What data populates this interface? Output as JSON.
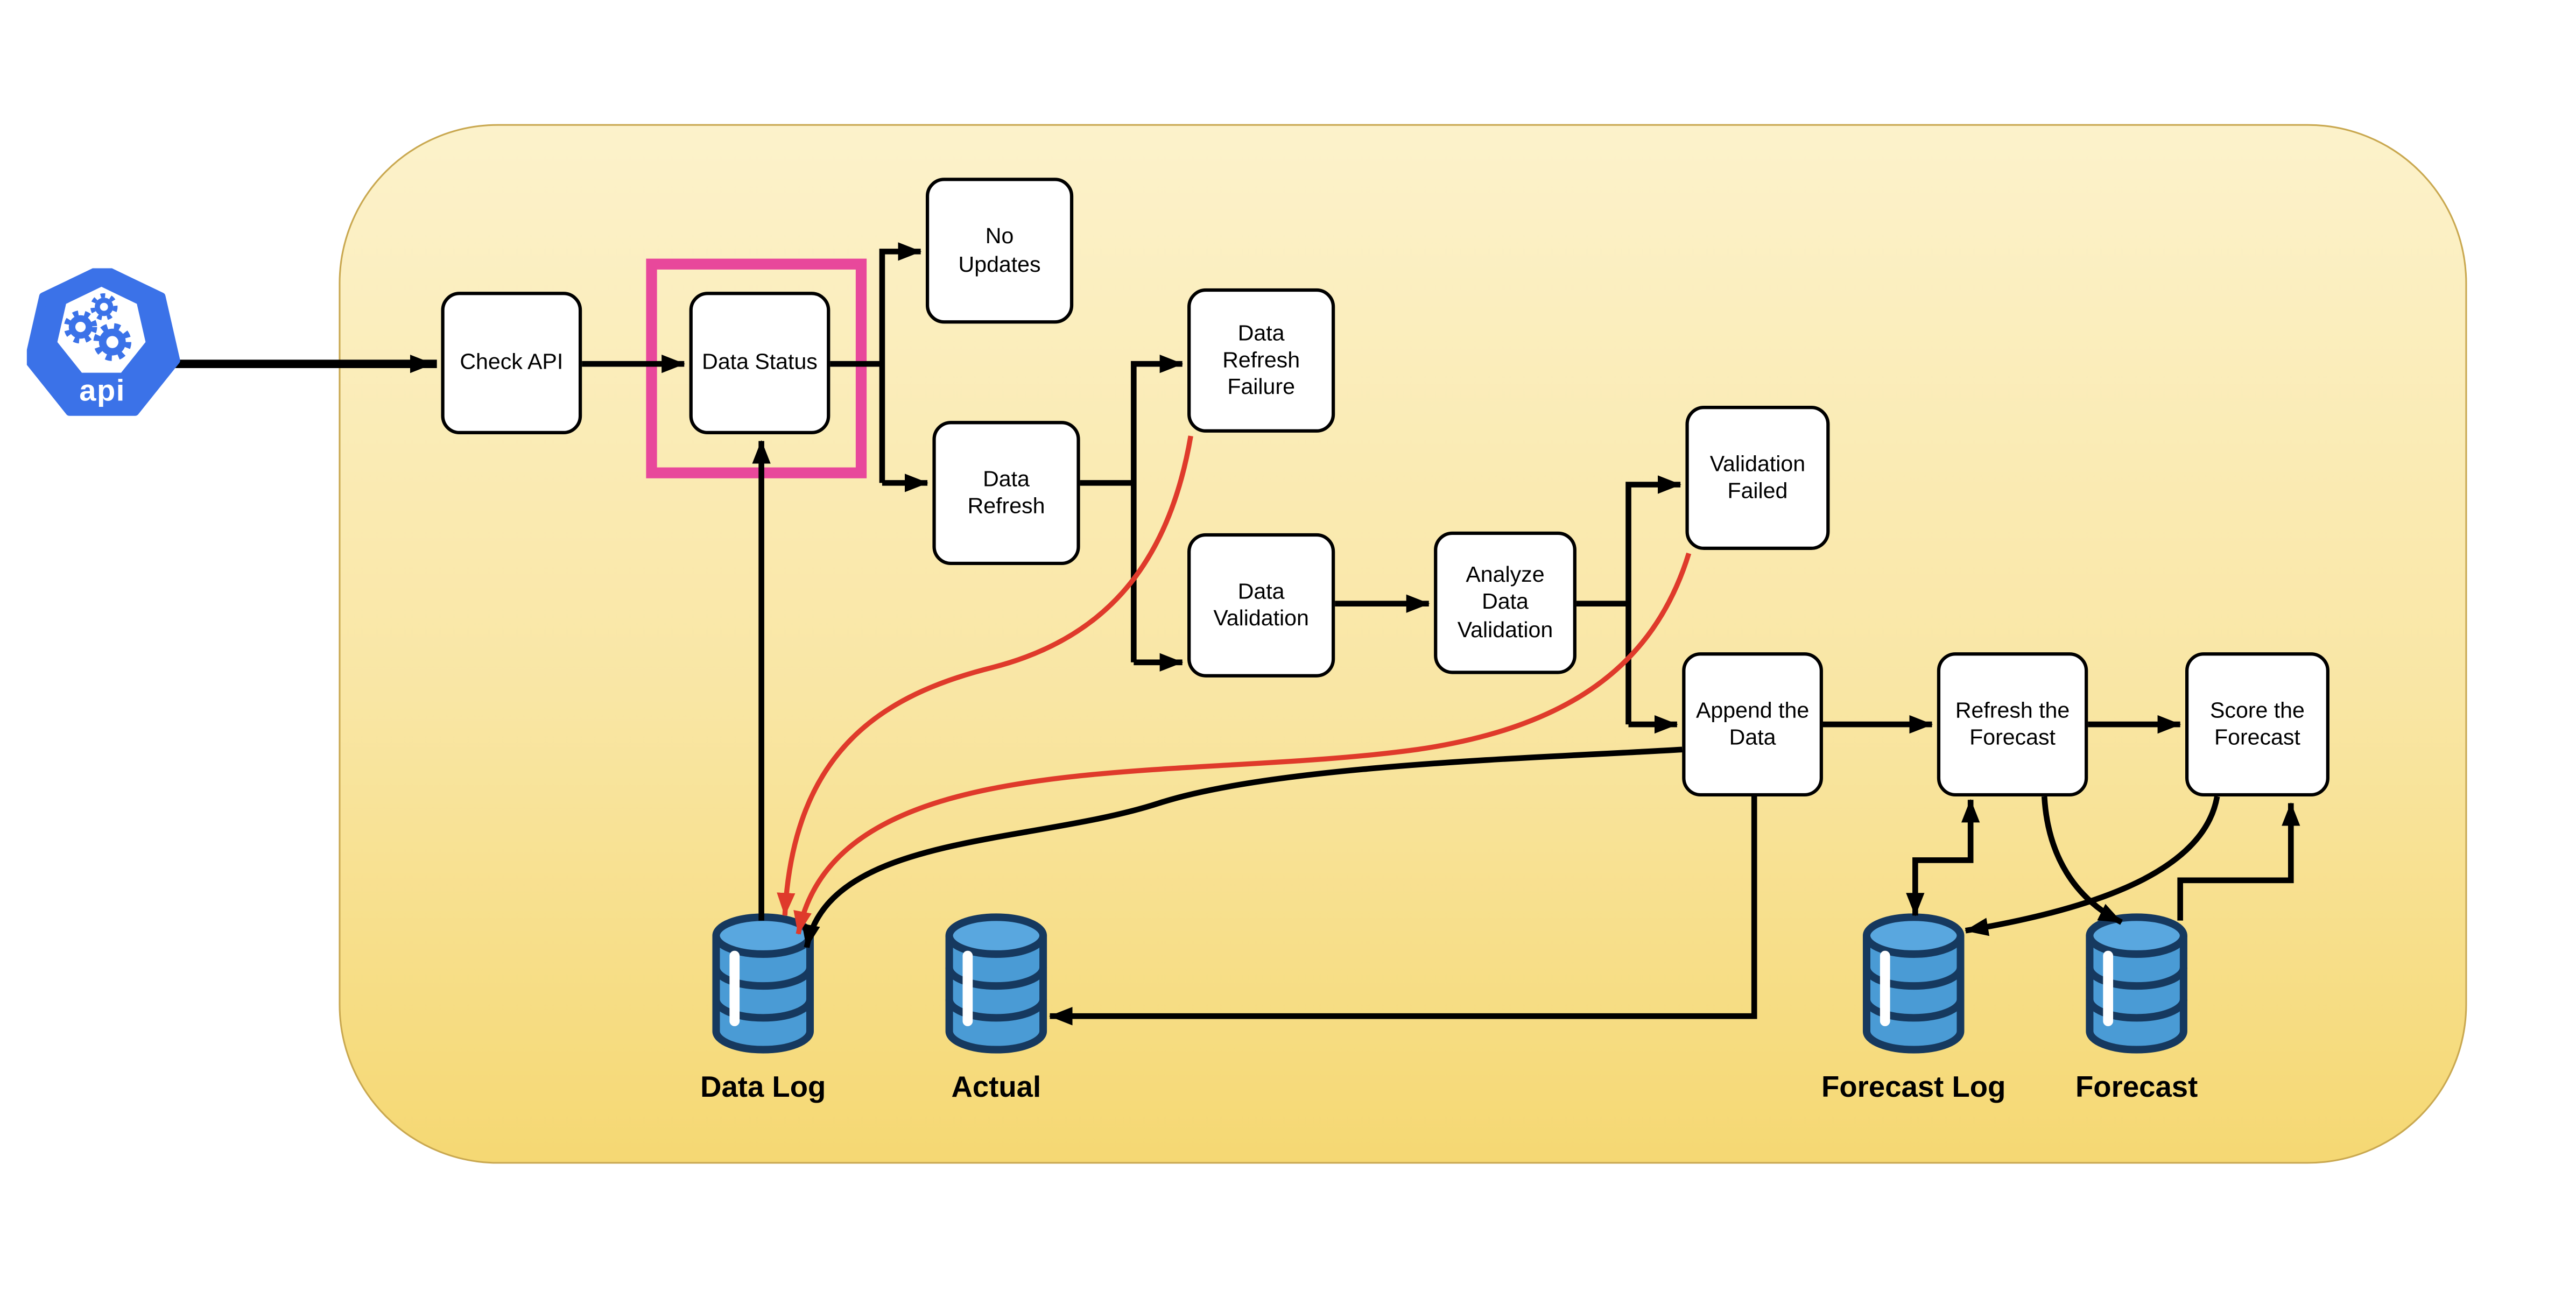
{
  "app": {
    "type": "data-pipeline-flowchart"
  },
  "canvas": {
    "background": "#FFFFFF"
  },
  "container": {
    "fill_top": "#FCF2CB",
    "fill_bottom": "#F5D873",
    "border_color": "#C9A850"
  },
  "highlight": {
    "color": "#E8489B",
    "target": "Data Status"
  },
  "api_icon": {
    "label": "api",
    "color": "#3B72E8"
  },
  "nodes": {
    "check_api": {
      "label": "Check API"
    },
    "data_status": {
      "label": "Data Status"
    },
    "no_updates": {
      "label": "No\nUpdates"
    },
    "data_refresh": {
      "label": "Data\nRefresh"
    },
    "data_refresh_failure": {
      "label": "Data\nRefresh\nFailure"
    },
    "data_validation": {
      "label": "Data\nValidation"
    },
    "analyze_data_validation": {
      "label": "Analyze\nData\nValidation"
    },
    "validation_failed": {
      "label": "Validation\nFailed"
    },
    "append_the_data": {
      "label": "Append the\nData"
    },
    "refresh_the_forecast": {
      "label": "Refresh the\nForecast"
    },
    "score_the_forecast": {
      "label": "Score the\nForecast"
    }
  },
  "databases": {
    "data_log": {
      "label": "Data Log"
    },
    "actual": {
      "label": "Actual"
    },
    "forecast_log": {
      "label": "Forecast Log"
    },
    "forecast": {
      "label": "Forecast"
    }
  },
  "colors": {
    "edge_default": "#000000",
    "edge_error": "#DF3A2B",
    "db_body": "#4A9BD5",
    "db_top": "#59A7DF",
    "db_outline": "#16395F"
  },
  "edges": [
    {
      "from": "api",
      "to": "check_api",
      "color": "black"
    },
    {
      "from": "check_api",
      "to": "data_status",
      "color": "black"
    },
    {
      "from": "data_status",
      "to": "no_updates",
      "color": "black"
    },
    {
      "from": "data_status",
      "to": "data_refresh",
      "color": "black"
    },
    {
      "from": "data_refresh",
      "to": "data_refresh_failure",
      "color": "black"
    },
    {
      "from": "data_refresh",
      "to": "data_validation",
      "color": "black"
    },
    {
      "from": "data_validation",
      "to": "analyze_data_validation",
      "color": "black"
    },
    {
      "from": "analyze_data_validation",
      "to": "validation_failed",
      "color": "black"
    },
    {
      "from": "analyze_data_validation",
      "to": "append_the_data",
      "color": "black"
    },
    {
      "from": "append_the_data",
      "to": "refresh_the_forecast",
      "color": "black"
    },
    {
      "from": "refresh_the_forecast",
      "to": "score_the_forecast",
      "color": "black"
    },
    {
      "from": "data_log",
      "to": "data_status",
      "color": "black"
    },
    {
      "from": "data_refresh_failure",
      "to": "data_log",
      "color": "red"
    },
    {
      "from": "validation_failed",
      "to": "data_log",
      "color": "red"
    },
    {
      "from": "append_the_data",
      "to": "data_log",
      "color": "black"
    },
    {
      "from": "append_the_data",
      "to": "actual",
      "color": "black"
    },
    {
      "from": "forecast_log",
      "to": "refresh_the_forecast",
      "color": "black",
      "bidirectional": true
    },
    {
      "from": "refresh_the_forecast",
      "to": "forecast",
      "color": "black"
    },
    {
      "from": "forecast",
      "to": "score_the_forecast",
      "color": "black"
    },
    {
      "from": "score_the_forecast",
      "to": "forecast_log",
      "color": "black"
    }
  ]
}
